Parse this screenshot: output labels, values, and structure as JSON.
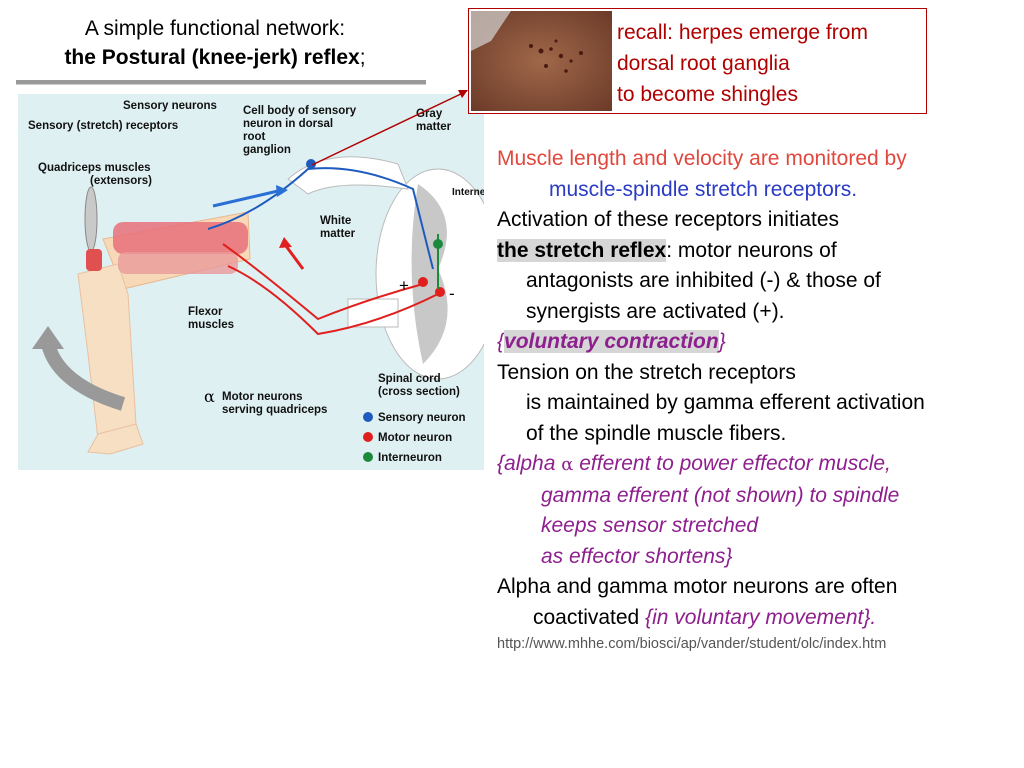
{
  "title": {
    "line1": "A simple functional network:",
    "line2_bold": "the Postural (knee-jerk) reflex",
    "line2_tail": ";"
  },
  "diagram": {
    "labels": {
      "sensory_neurons": "Sensory neurons",
      "sensory_receptors": "Sensory (stretch) receptors",
      "cell_body_1": "Cell body of sensory",
      "cell_body_2": "neuron in dorsal",
      "cell_body_3": "root",
      "cell_body_4": "ganglion",
      "gray_matter_1": "Gray",
      "gray_matter_2": "matter",
      "quadriceps_1": "Quadriceps muscles",
      "quadriceps_2": "(extensors)",
      "interneurons": "Interneurons",
      "white_matter_1": "White",
      "white_matter_2": "matter",
      "plus": "+",
      "minus": "-",
      "flexor_1": "Flexor",
      "flexor_2": "muscles",
      "spinal_cord_1": "Spinal cord",
      "spinal_cord_2": "(cross section)",
      "alpha": "α",
      "motor_neurons_1": "Motor neurons",
      "motor_neurons_2": "serving quadriceps"
    },
    "legend": [
      {
        "label": "Sensory neuron",
        "color": "#1f5bbf"
      },
      {
        "label": "Motor neuron",
        "color": "#e0201e"
      },
      {
        "label": "Interneuron",
        "color": "#1c8a3c"
      }
    ]
  },
  "recall": {
    "line1": "recall: herpes emerge from",
    "line2": "dorsal root ganglia",
    "line3": "to become shingles"
  },
  "body": {
    "l1": "Muscle length and velocity are monitored by",
    "l2": "muscle-spindle stretch receptors.",
    "l3": "Activation of these receptors initiates",
    "l4_bold": "the stretch reflex",
    "l4_tail": ": motor neurons of",
    "l5": "antagonists are inhibited (-) & those of",
    "l6": "synergists are activated (+).",
    "l7_open": "{",
    "l7_bold": "voluntary contraction",
    "l7_close": "}",
    "l8": "Tension on the stretch receptors",
    "l9": "is maintained by gamma efferent activation",
    "l10": "of the spindle muscle fibers.",
    "l11_a": "{alpha ",
    "l11_alpha": "α",
    "l11_b": " efferent to power effector muscle,",
    "l12": "gamma efferent (not shown) to spindle",
    "l13": "keeps sensor stretched",
    "l14": "as effector shortens}",
    "l15": "Alpha and gamma motor neurons are often",
    "l16_plain": "coactivated ",
    "l16_italic": "{in voluntary movement}.",
    "url": "http://www.mhhe.com/biosci/ap/vander/student/olc/index.htm"
  },
  "colors": {
    "accent_red": "#b00000",
    "orange_red": "#e0473d",
    "blue": "#2a3bc4",
    "purple": "#8e1f8e"
  }
}
